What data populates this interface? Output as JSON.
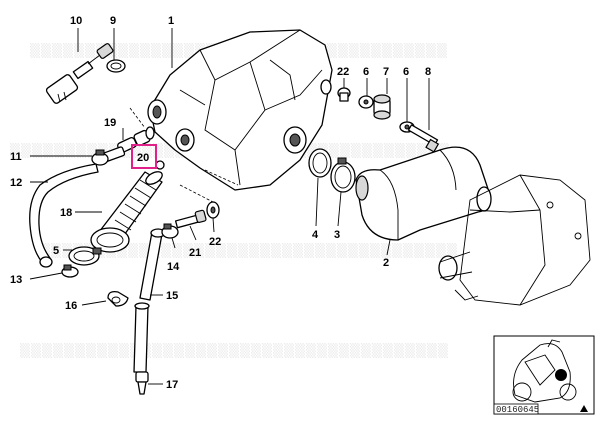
{
  "diagram": {
    "reference_code": "00160645",
    "highlighted_label": "20",
    "highlight_color": "#e0218a",
    "labels": {
      "l1": "1",
      "l2": "2",
      "l3": "3",
      "l4": "4",
      "l5": "5",
      "l6a": "6",
      "l6b": "6",
      "l7": "7",
      "l8": "8",
      "l9": "9",
      "l10": "10",
      "l11": "11",
      "l12": "12",
      "l13": "13",
      "l14": "14",
      "l15": "15",
      "l16": "16",
      "l17": "17",
      "l18": "18",
      "l19": "19",
      "l20": "20",
      "l21": "21",
      "l22a": "22",
      "l22b": "22"
    }
  }
}
